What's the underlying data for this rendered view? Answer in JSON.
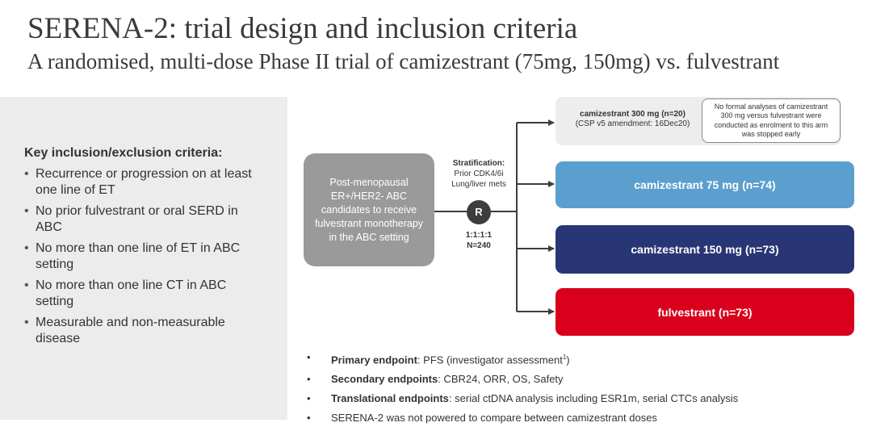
{
  "header": {
    "title": "SERENA-2: trial design and inclusion criteria",
    "subtitle": "A randomised, multi-dose Phase II trial of camizestrant (75mg, 150mg) vs. fulvestrant"
  },
  "criteria": {
    "heading": "Key inclusion/exclusion criteria:",
    "items": [
      "Recurrence or progression on at least one line of ET",
      "No prior fulvestrant or oral SERD in ABC",
      "No more than one line of ET in ABC setting",
      "No more than one line CT in ABC setting",
      "Measurable and non-measurable disease"
    ]
  },
  "diagram": {
    "candidates": "Post-menopausal ER+/HER2- ABC candidates to receive fulvestrant monotherapy in the ABC setting",
    "stratification_label": "Stratification:",
    "stratification_items": [
      "Prior CDK4/6i",
      "Lung/liver mets"
    ],
    "randomisation": "R",
    "ratio": "1:1:1:1",
    "n_total": "N=240",
    "arms": {
      "arm_300": {
        "label": "camizestrant 300 mg (n=20)",
        "sublabel": "(CSP v5 amendment: 16Dec20)",
        "note": "No formal analyses of camizestrant 300 mg versus fulvestrant were conducted as enrolment to this arm was stopped early"
      },
      "arm_75": {
        "label": "camizestrant 75 mg (n=74)",
        "color": "#5a9fcd"
      },
      "arm_150": {
        "label": "camizestrant 150 mg (n=73)",
        "color": "#293676"
      },
      "arm_fulvestrant": {
        "label": "fulvestrant (n=73)",
        "color": "#d9001b"
      }
    }
  },
  "endpoints": {
    "primary_label": "Primary endpoint",
    "primary_text": ": PFS (investigator assessment",
    "primary_sup": "1",
    "primary_close": ")",
    "secondary_label": "Secondary endpoints",
    "secondary_text": ": CBR24, ORR, OS, Safety",
    "translational_label": "Translational endpoints",
    "translational_text": ": serial ctDNA analysis including ESR1m, serial CTCs analysis",
    "note": "SERENA-2 was not powered to compare between camizestrant doses"
  }
}
